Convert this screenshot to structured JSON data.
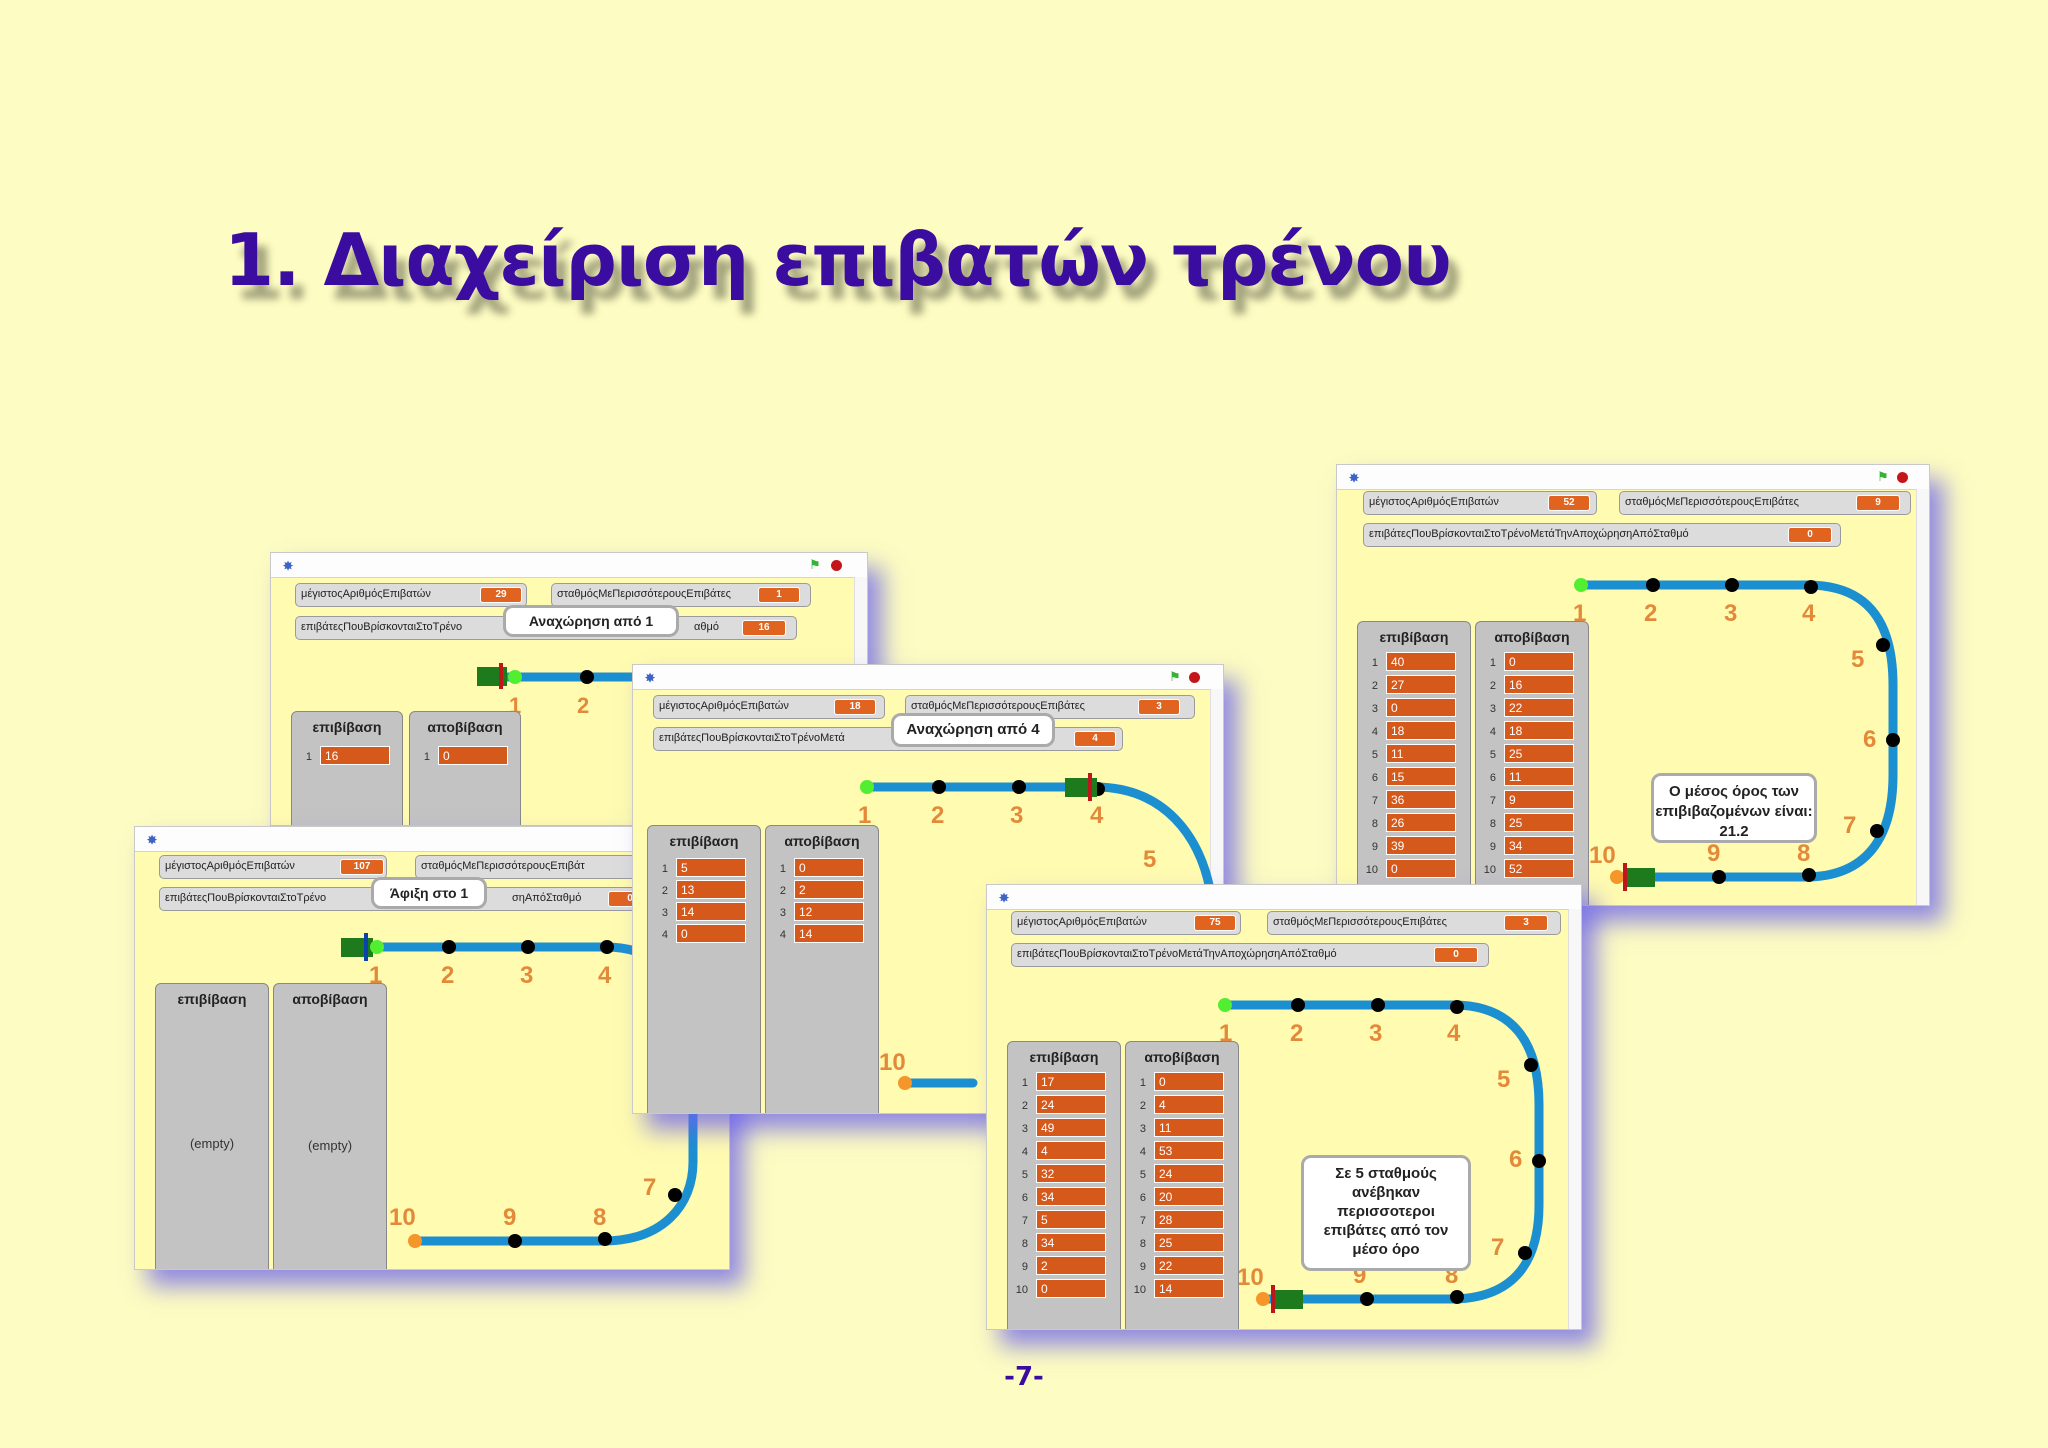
{
  "title": "1. Διαχείριση επιβατών τρένου",
  "page_number": "-7-",
  "labels": {
    "max_passengers": "μέγιστοςΑριθμόςΕπιβατών",
    "busiest_station": "σταθμόςΜεΠερισσότερουςΕπιβάτες",
    "passengers_on_train": "επιβάτεςΠουΒρίσκονταιΣτοΤρένοΜετάΤηνΑποχώρησηΑπόΣταθμό",
    "boarding": "επιβίβαση",
    "alighting": "αποβίβαση",
    "empty": "(empty)"
  },
  "shot1": {
    "monitors": {
      "max_passengers": "29",
      "busiest_station": "1",
      "passengers_label": "επιβάτεςΠουΒρίσκονταιΣτοΤρένο",
      "passengers_tail": "αθμό",
      "passengers_on_train": "16"
    },
    "bubble": "Αναχώρηση από 1",
    "stations": [
      "1",
      "2"
    ],
    "boarding": [
      {
        "i": "1",
        "v": "16"
      }
    ],
    "alighting": [
      {
        "i": "1",
        "v": "0"
      }
    ]
  },
  "shot2": {
    "monitors": {
      "max_passengers": "107",
      "busiest_station_label": "σταθμόςΜεΠερισσότερουςΕπιβάτ",
      "passengers_label": "επιβάτεςΠουΒρίσκονταιΣτοΤρένο",
      "passengers_tail": "σηΑπόΣταθμό",
      "passengers_on_train": "0"
    },
    "bubble": "Άφιξη στο 1",
    "stations": [
      "1",
      "2",
      "3",
      "4",
      "7",
      "8",
      "9",
      "10"
    ]
  },
  "shot3": {
    "monitors": {
      "max_passengers": "18",
      "busiest_station": "3",
      "passengers_label": "επιβάτεςΠουΒρίσκονταιΣτοΤρένοΜετά",
      "passengers_on_train": "4"
    },
    "bubble": "Αναχώρηση από 4",
    "stations": [
      "1",
      "2",
      "3",
      "4",
      "5",
      "10"
    ],
    "boarding": [
      {
        "i": "1",
        "v": "5"
      },
      {
        "i": "2",
        "v": "13"
      },
      {
        "i": "3",
        "v": "14"
      },
      {
        "i": "4",
        "v": "0"
      }
    ],
    "alighting": [
      {
        "i": "1",
        "v": "0"
      },
      {
        "i": "2",
        "v": "2"
      },
      {
        "i": "3",
        "v": "12"
      },
      {
        "i": "4",
        "v": "14"
      }
    ]
  },
  "shot4": {
    "monitors": {
      "max_passengers": "75",
      "busiest_station": "3",
      "passengers_on_train": "0"
    },
    "bubble": "Σε 5 σταθμούς ανέβηκαν περισσοτεροι επιβάτες από τον μέσο όρο",
    "stations": [
      "1",
      "2",
      "3",
      "4",
      "5",
      "6",
      "7",
      "8",
      "9",
      "10"
    ],
    "boarding": [
      {
        "i": "1",
        "v": "17"
      },
      {
        "i": "2",
        "v": "24"
      },
      {
        "i": "3",
        "v": "49"
      },
      {
        "i": "4",
        "v": "4"
      },
      {
        "i": "5",
        "v": "32"
      },
      {
        "i": "6",
        "v": "34"
      },
      {
        "i": "7",
        "v": "5"
      },
      {
        "i": "8",
        "v": "34"
      },
      {
        "i": "9",
        "v": "2"
      },
      {
        "i": "10",
        "v": "0"
      }
    ],
    "alighting": [
      {
        "i": "1",
        "v": "0"
      },
      {
        "i": "2",
        "v": "4"
      },
      {
        "i": "3",
        "v": "11"
      },
      {
        "i": "4",
        "v": "53"
      },
      {
        "i": "5",
        "v": "24"
      },
      {
        "i": "6",
        "v": "20"
      },
      {
        "i": "7",
        "v": "28"
      },
      {
        "i": "8",
        "v": "25"
      },
      {
        "i": "9",
        "v": "22"
      },
      {
        "i": "10",
        "v": "14"
      }
    ]
  },
  "shot5": {
    "monitors": {
      "max_passengers": "52",
      "busiest_station": "9",
      "passengers_on_train": "0"
    },
    "bubble": "Ο μέσος όρος των επιβιβαζομένων είναι: 21.2",
    "stations": [
      "1",
      "2",
      "3",
      "4",
      "5",
      "6",
      "7",
      "8",
      "9",
      "10"
    ],
    "boarding": [
      {
        "i": "1",
        "v": "40"
      },
      {
        "i": "2",
        "v": "27"
      },
      {
        "i": "3",
        "v": "0"
      },
      {
        "i": "4",
        "v": "18"
      },
      {
        "i": "5",
        "v": "11"
      },
      {
        "i": "6",
        "v": "15"
      },
      {
        "i": "7",
        "v": "36"
      },
      {
        "i": "8",
        "v": "26"
      },
      {
        "i": "9",
        "v": "39"
      },
      {
        "i": "10",
        "v": "0"
      }
    ],
    "alighting": [
      {
        "i": "1",
        "v": "0"
      },
      {
        "i": "2",
        "v": "16"
      },
      {
        "i": "3",
        "v": "22"
      },
      {
        "i": "4",
        "v": "18"
      },
      {
        "i": "5",
        "v": "25"
      },
      {
        "i": "6",
        "v": "11"
      },
      {
        "i": "7",
        "v": "9"
      },
      {
        "i": "8",
        "v": "25"
      },
      {
        "i": "9",
        "v": "34"
      },
      {
        "i": "10",
        "v": "52"
      }
    ]
  }
}
